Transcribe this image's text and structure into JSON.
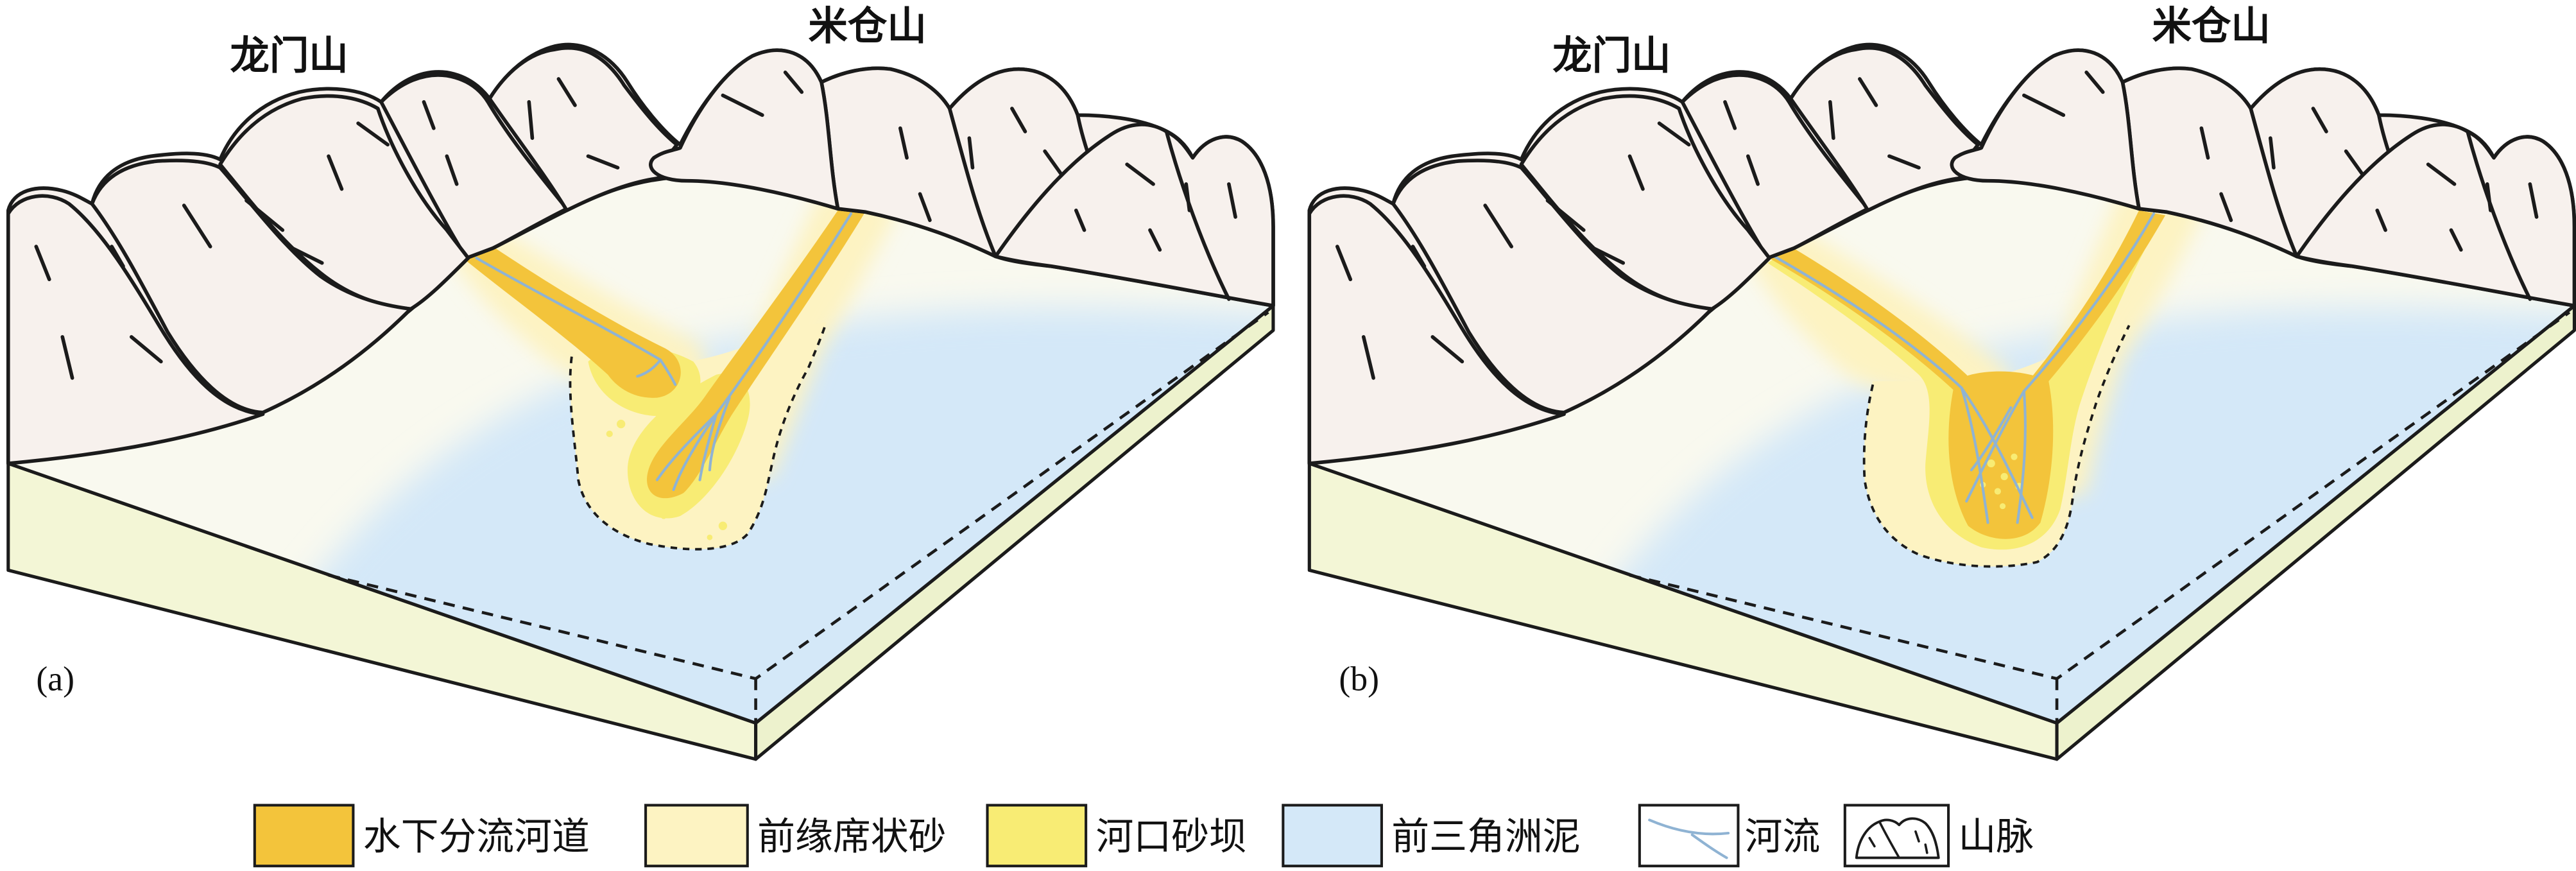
{
  "panels": {
    "a": {
      "label": "(a)",
      "left_range": "龙门山",
      "right_range": "米仓山"
    },
    "b": {
      "label": "(b)",
      "left_range": "龙门山",
      "right_range": "米仓山"
    }
  },
  "legend": {
    "distributary_channel": {
      "label": "水下分流河道",
      "color": "#f3c43b"
    },
    "sheet_sand": {
      "label": "前缘席状砂",
      "color": "#fdf3c2"
    },
    "mouth_bar": {
      "label": "河口砂坝",
      "color": "#f8ec74"
    },
    "prodelta_mud": {
      "label": "前三角洲泥",
      "color": "#d4e8f8"
    },
    "river": {
      "label": "河流",
      "icon": "river-icon",
      "color": "#8fb3d3"
    },
    "mountain": {
      "label": "山脉",
      "icon": "mountain-icon",
      "color": "#f7f1ed"
    }
  }
}
